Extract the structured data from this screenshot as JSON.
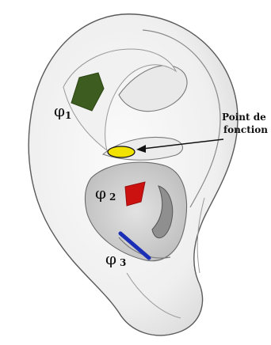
{
  "labels": {
    "phi1": {
      "symbol": "φ",
      "sub": "1"
    },
    "phi2": {
      "symbol": "φ",
      "sub": "2"
    },
    "phi3": {
      "symbol": "φ",
      "sub": "3"
    },
    "point_line1": "Point de",
    "point_line2": "fonction"
  },
  "colors": {
    "phi1_region": "#3d5c1f",
    "phi2_region": "#cc1111",
    "phi3_line": "#1a2fb5",
    "point_ellipse": "#f2e200",
    "ear_stroke": "#5a5a5a",
    "ear_shade": "#d8d8d8",
    "ear_fill": "#f7f7f7"
  }
}
